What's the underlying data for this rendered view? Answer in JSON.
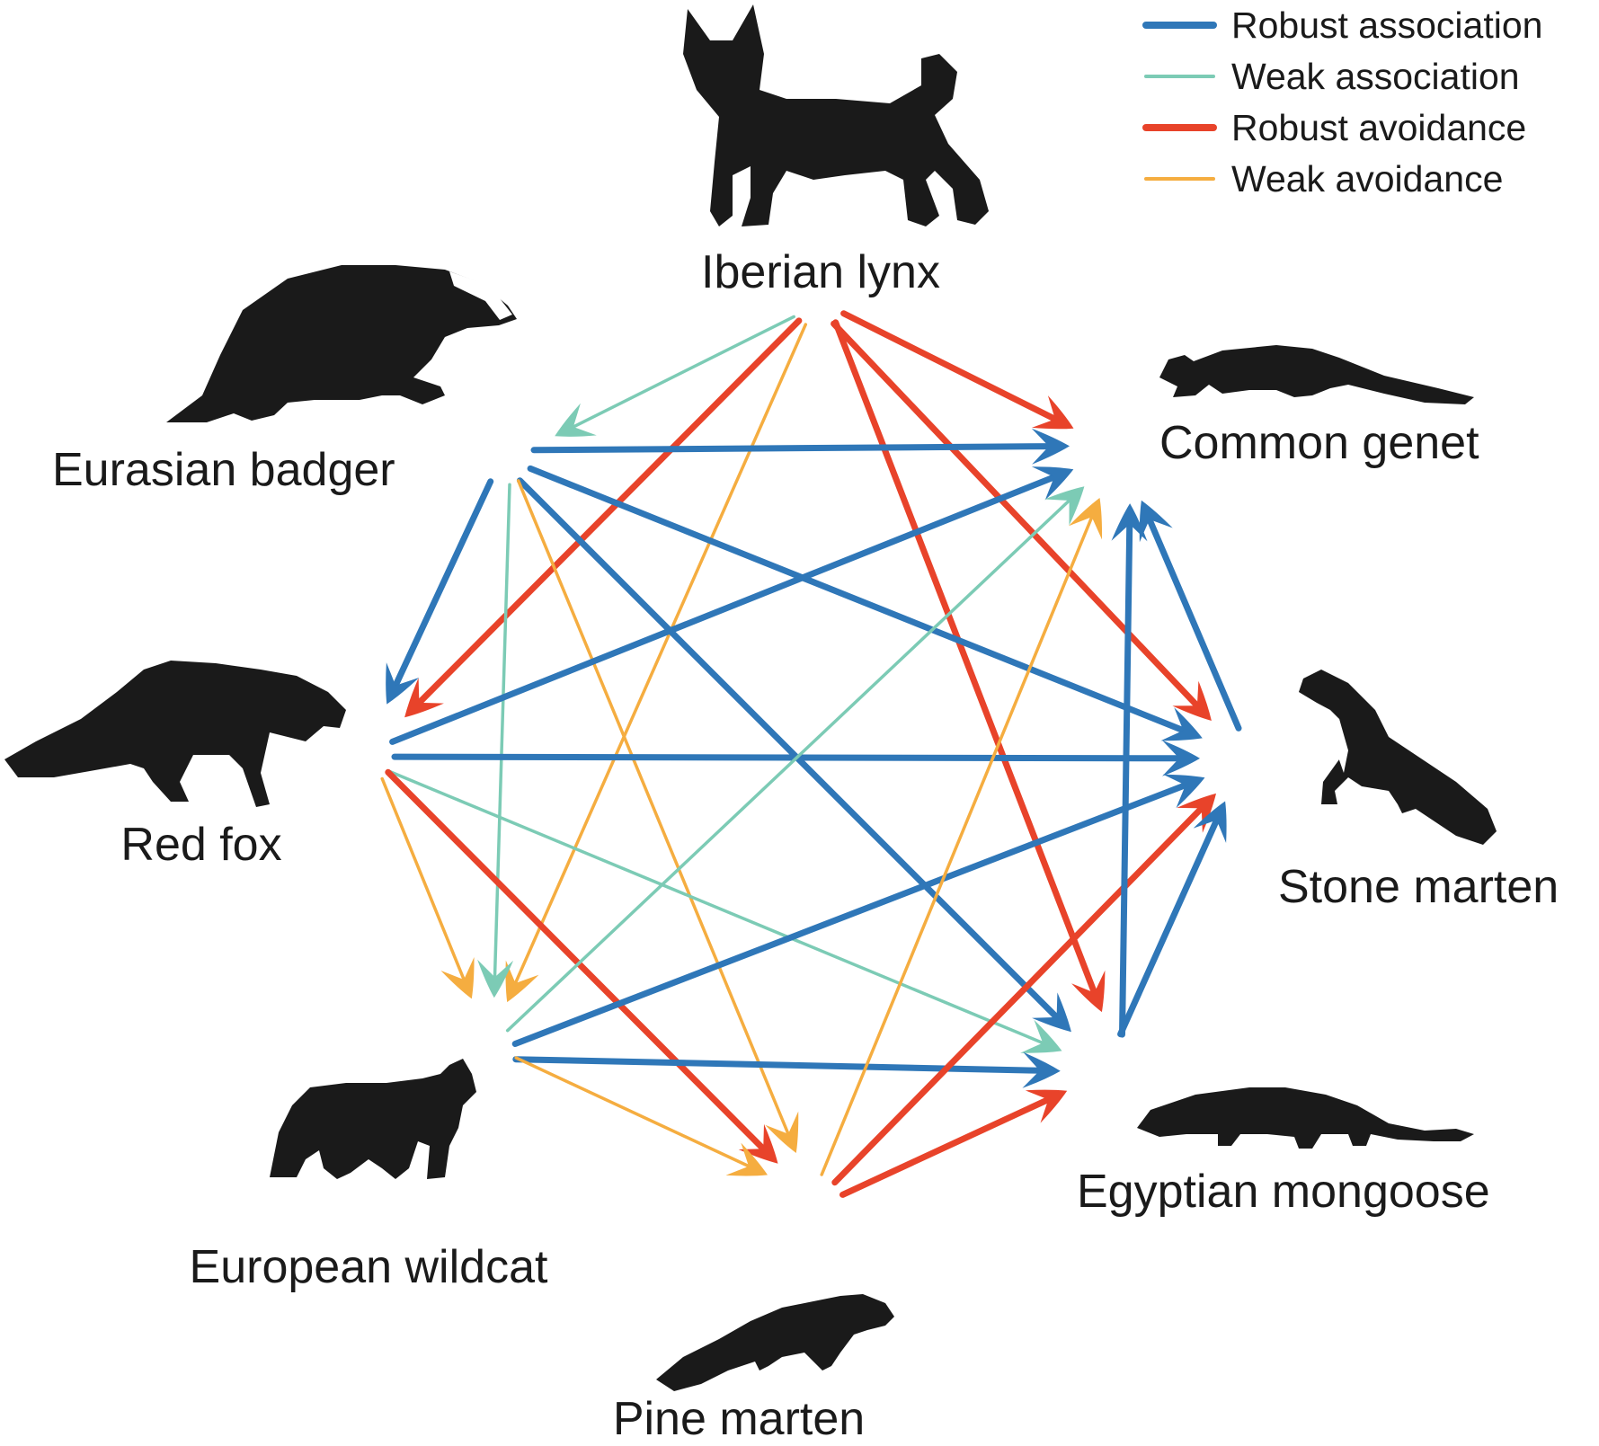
{
  "legend": {
    "items": [
      {
        "key": "robust_association",
        "label": "Robust association",
        "color": "#2f77b8"
      },
      {
        "key": "weak_association",
        "label": "Weak association",
        "color": "#7ccbb5"
      },
      {
        "key": "robust_avoidance",
        "label": "Robust avoidance",
        "color": "#e8432a"
      },
      {
        "key": "weak_avoidance",
        "label": "Weak avoidance",
        "color": "#f5ad40"
      }
    ]
  },
  "species": [
    {
      "id": "lynx",
      "label": "Iberian lynx",
      "icon": "lynx-silhouette"
    },
    {
      "id": "genet",
      "label": "Common genet",
      "icon": "genet-silhouette"
    },
    {
      "id": "stone",
      "label": "Stone marten",
      "icon": "stone-marten-silhouette"
    },
    {
      "id": "mongoose",
      "label": "Egyptian mongoose",
      "icon": "mongoose-silhouette"
    },
    {
      "id": "pine",
      "label": "Pine marten",
      "icon": "pine-marten-silhouette"
    },
    {
      "id": "wildcat",
      "label": "European wildcat",
      "icon": "wildcat-silhouette"
    },
    {
      "id": "fox",
      "label": "Red fox",
      "icon": "fox-silhouette"
    },
    {
      "id": "badger",
      "label": "Eurasian badger",
      "icon": "badger-silhouette"
    }
  ],
  "interactions": [
    {
      "from": "lynx",
      "to": "badger",
      "type": "weak_association"
    },
    {
      "from": "lynx",
      "to": "fox",
      "type": "robust_avoidance"
    },
    {
      "from": "lynx",
      "to": "wildcat",
      "type": "weak_avoidance"
    },
    {
      "from": "lynx",
      "to": "genet",
      "type": "robust_avoidance"
    },
    {
      "from": "lynx",
      "to": "stone",
      "type": "robust_avoidance"
    },
    {
      "from": "lynx",
      "to": "mongoose",
      "type": "robust_avoidance"
    },
    {
      "from": "badger",
      "to": "genet",
      "type": "robust_association"
    },
    {
      "from": "badger",
      "to": "fox",
      "type": "robust_association"
    },
    {
      "from": "badger",
      "to": "stone",
      "type": "robust_association"
    },
    {
      "from": "badger",
      "to": "mongoose",
      "type": "robust_association"
    },
    {
      "from": "badger",
      "to": "wildcat",
      "type": "weak_association"
    },
    {
      "from": "badger",
      "to": "pine",
      "type": "weak_avoidance"
    },
    {
      "from": "fox",
      "to": "genet",
      "type": "robust_association"
    },
    {
      "from": "fox",
      "to": "stone",
      "type": "robust_association"
    },
    {
      "from": "fox",
      "to": "mongoose",
      "type": "weak_association"
    },
    {
      "from": "fox",
      "to": "wildcat",
      "type": "weak_avoidance"
    },
    {
      "from": "fox",
      "to": "pine",
      "type": "robust_avoidance"
    },
    {
      "from": "wildcat",
      "to": "genet",
      "type": "weak_association"
    },
    {
      "from": "wildcat",
      "to": "stone",
      "type": "robust_association"
    },
    {
      "from": "wildcat",
      "to": "mongoose",
      "type": "robust_association"
    },
    {
      "from": "wildcat",
      "to": "pine",
      "type": "weak_avoidance"
    },
    {
      "from": "pine",
      "to": "genet",
      "type": "weak_avoidance"
    },
    {
      "from": "pine",
      "to": "stone",
      "type": "robust_avoidance"
    },
    {
      "from": "pine",
      "to": "mongoose",
      "type": "robust_avoidance"
    },
    {
      "from": "mongoose",
      "to": "genet",
      "type": "robust_association"
    },
    {
      "from": "mongoose",
      "to": "stone",
      "type": "robust_association"
    },
    {
      "from": "stone",
      "to": "genet",
      "type": "robust_association"
    }
  ]
}
